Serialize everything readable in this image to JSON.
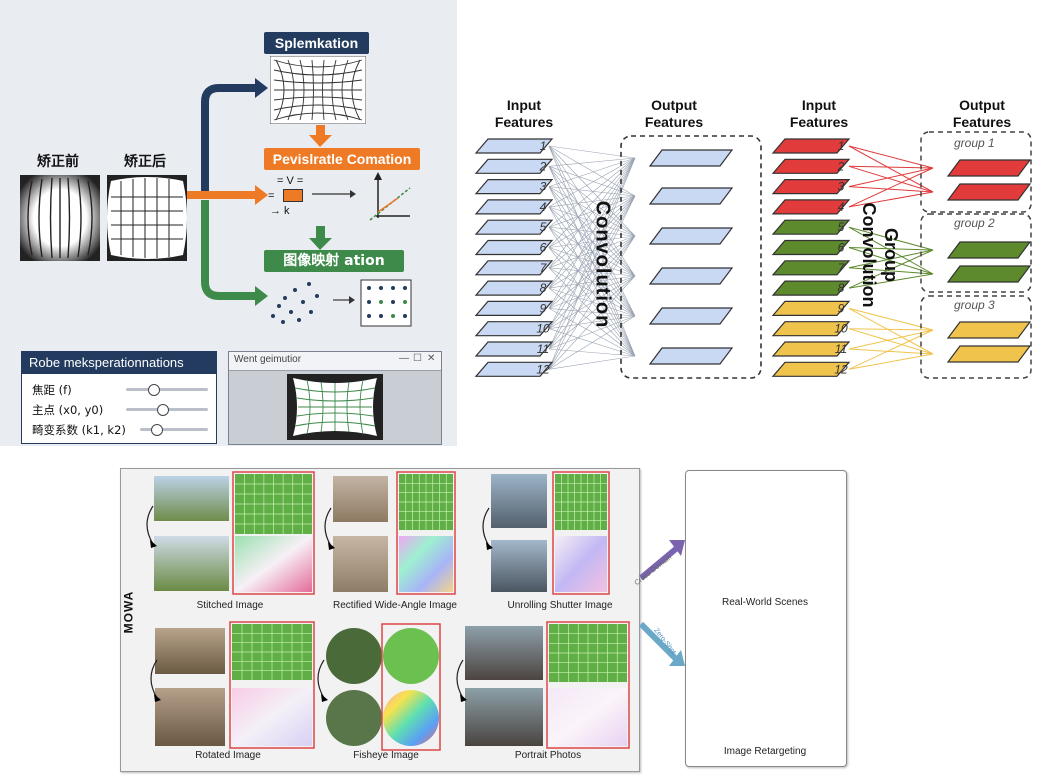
{
  "panel_a": {
    "top_box_title": "Splemkation",
    "mid_box_title": "Pevislratle Comation",
    "low_box_title": "图像映射 ation",
    "before_label": "矫正前",
    "after_label": "矫正后",
    "eq_top": "= V =",
    "eq_left": "=",
    "eq_bottom": "→ k",
    "params_title": "Robe meksperationnations",
    "params": [
      {
        "label": "焦距 (f)",
        "value": 0.33
      },
      {
        "label": "主点 (x0, y0)",
        "value": 0.44
      },
      {
        "label": "畸变系数 (k1, k2)",
        "value": 0.24
      }
    ],
    "window_title": "Went geimutior",
    "window_controls": [
      "—",
      "☐",
      "✕"
    ],
    "colors": {
      "navy": "#233b5e",
      "orange": "#ee7a26",
      "green": "#3e8a4a"
    }
  },
  "panel_b": {
    "left": {
      "input_header": "Input\nFeatures",
      "output_header": "Output\nFeatures",
      "center_label": "Convolution",
      "inputs": [
        "1",
        "2",
        "3",
        "4",
        "5",
        "6",
        "7",
        "8",
        "9",
        "10",
        "11",
        "12"
      ],
      "output_count": 6,
      "color": "#c9d9f3"
    },
    "right": {
      "input_header": "Input\nFeatures",
      "output_header": "Output\nFeatures",
      "center_label": "Group\nConvolution",
      "inputs": [
        "1",
        "2",
        "3",
        "4",
        "5",
        "6",
        "7",
        "8",
        "9",
        "10",
        "11",
        "12"
      ],
      "groups": [
        "group 1",
        "group 2",
        "group 3"
      ],
      "group_colors": [
        "#e23b3b",
        "#5c8a2c",
        "#f0c44c"
      ]
    }
  },
  "panel_c": {
    "side_label": "MOWA",
    "captions": [
      "Stitched Image",
      "Rectified Wide-Angle Image",
      "Unrolling Shutter Image",
      "Rotated Image",
      "Fisheye Image",
      "Portrait Photos"
    ],
    "arrow_top_label": "Cross-Domain",
    "arrow_bottom_label": "Zero-Shot",
    "right_captions": [
      "Real-World Scenes",
      "Image Retargeting"
    ]
  }
}
